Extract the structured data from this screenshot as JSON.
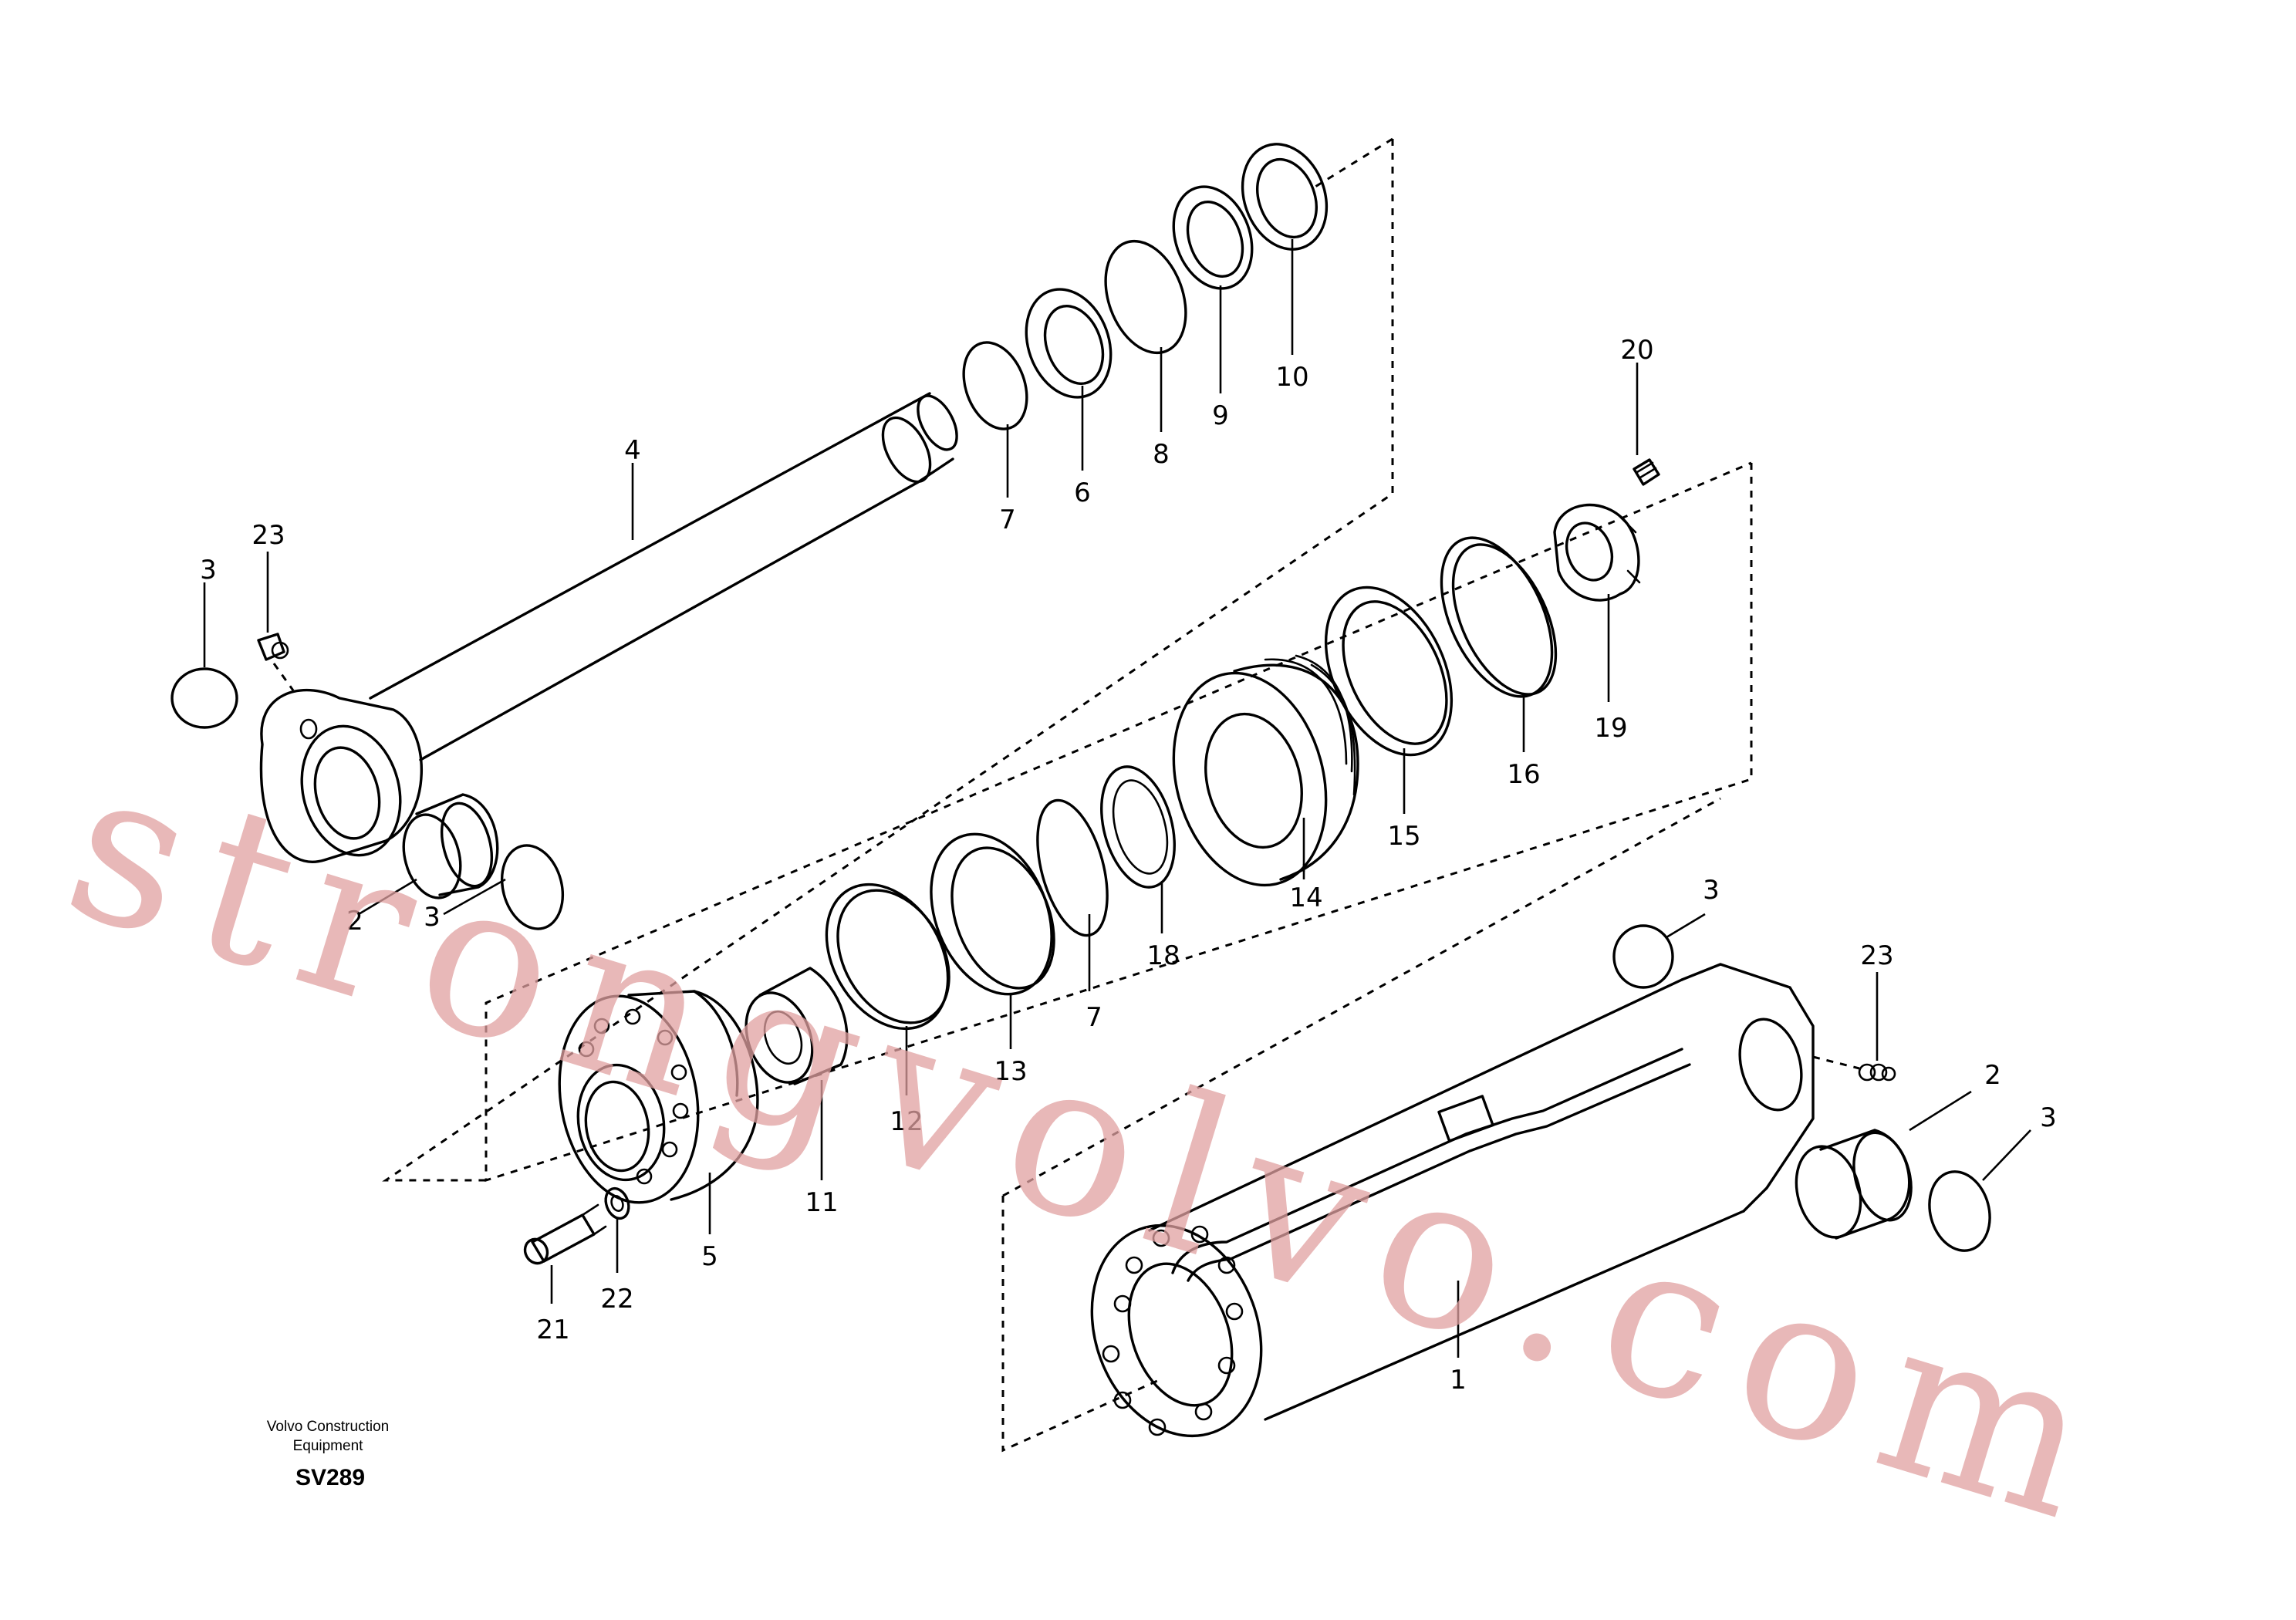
{
  "caption": {
    "brand_line1": "Volvo Construction",
    "brand_line2": "Equipment",
    "code": "SV289"
  },
  "watermark": "strongvolvo.com",
  "callouts": {
    "c1": "1",
    "c2a": "2",
    "c2b": "2",
    "c3a": "3",
    "c3b": "3",
    "c3c": "3",
    "c3d": "3",
    "c4": "4",
    "c5": "5",
    "c6": "6",
    "c7a": "7",
    "c7b": "7",
    "c8": "8",
    "c9": "9",
    "c10": "10",
    "c11": "11",
    "c12": "12",
    "c13": "13",
    "c14": "14",
    "c15": "15",
    "c16": "16",
    "c18": "18",
    "c19": "19",
    "c20": "20",
    "c21": "21",
    "c22": "22",
    "c23a": "23",
    "c23b": "23"
  }
}
